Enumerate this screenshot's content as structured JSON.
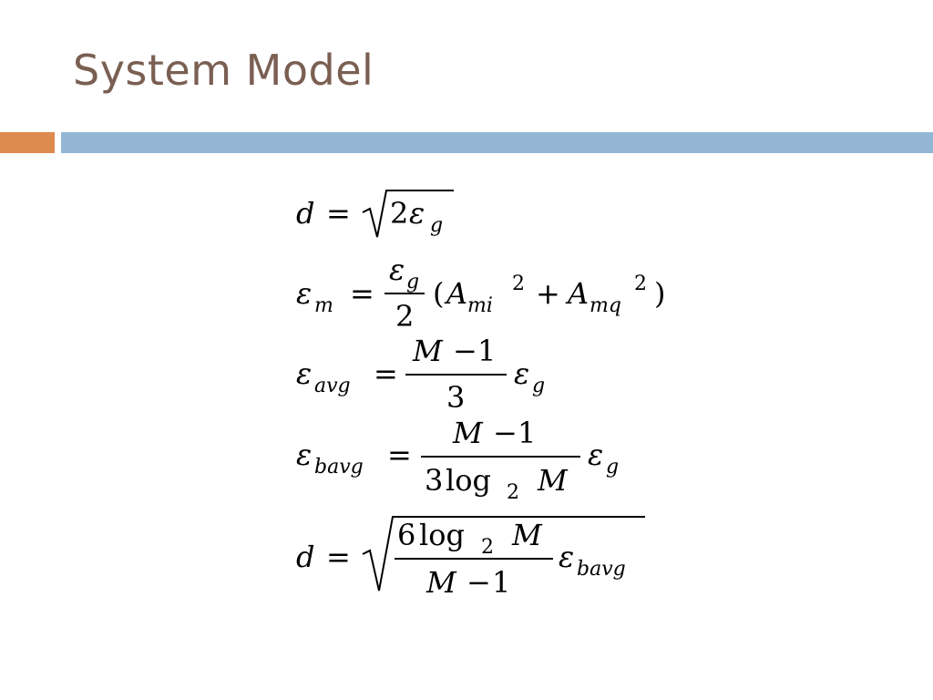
{
  "slide": {
    "title": "System Model",
    "colors": {
      "title": "#7a5f52",
      "accent_orange": "#dc8a4e",
      "accent_blue": "#93b6d5"
    }
  },
  "equations": {
    "eq1": {
      "lhs": "d",
      "eq": "=",
      "coef": "2",
      "eps": "ε",
      "sub": "g"
    },
    "eq2": {
      "eps": "ε",
      "lhs_sub": "m",
      "eq": "=",
      "num_sub": "g",
      "den": "2",
      "open": "(",
      "A1": "A",
      "A1_sub": "mi",
      "sup1": "2",
      "plus": "+",
      "A2": "A",
      "A2_sub": "mq",
      "sup2": "2",
      "close": ")"
    },
    "eq3": {
      "eps": "ε",
      "lhs_sub": "avg",
      "eq": "=",
      "num_M": "M",
      "num_minus": "−",
      "num_one": "1",
      "den": "3",
      "rhs_sub": "g"
    },
    "eq4": {
      "eps": "ε",
      "lhs_sub": "bavg",
      "eq": "=",
      "num_M": "M",
      "num_minus": "−",
      "num_one": "1",
      "den_coef": "3",
      "den_log": "log",
      "den_base": "2",
      "den_M": "M",
      "rhs_sub": "g"
    },
    "eq5": {
      "lhs": "d",
      "eq": "=",
      "num_coef": "6",
      "num_log": "log",
      "num_base": "2",
      "num_M": "M",
      "den_M": "M",
      "den_minus": "−",
      "den_one": "1",
      "eps": "ε",
      "rhs_sub": "bavg"
    }
  }
}
